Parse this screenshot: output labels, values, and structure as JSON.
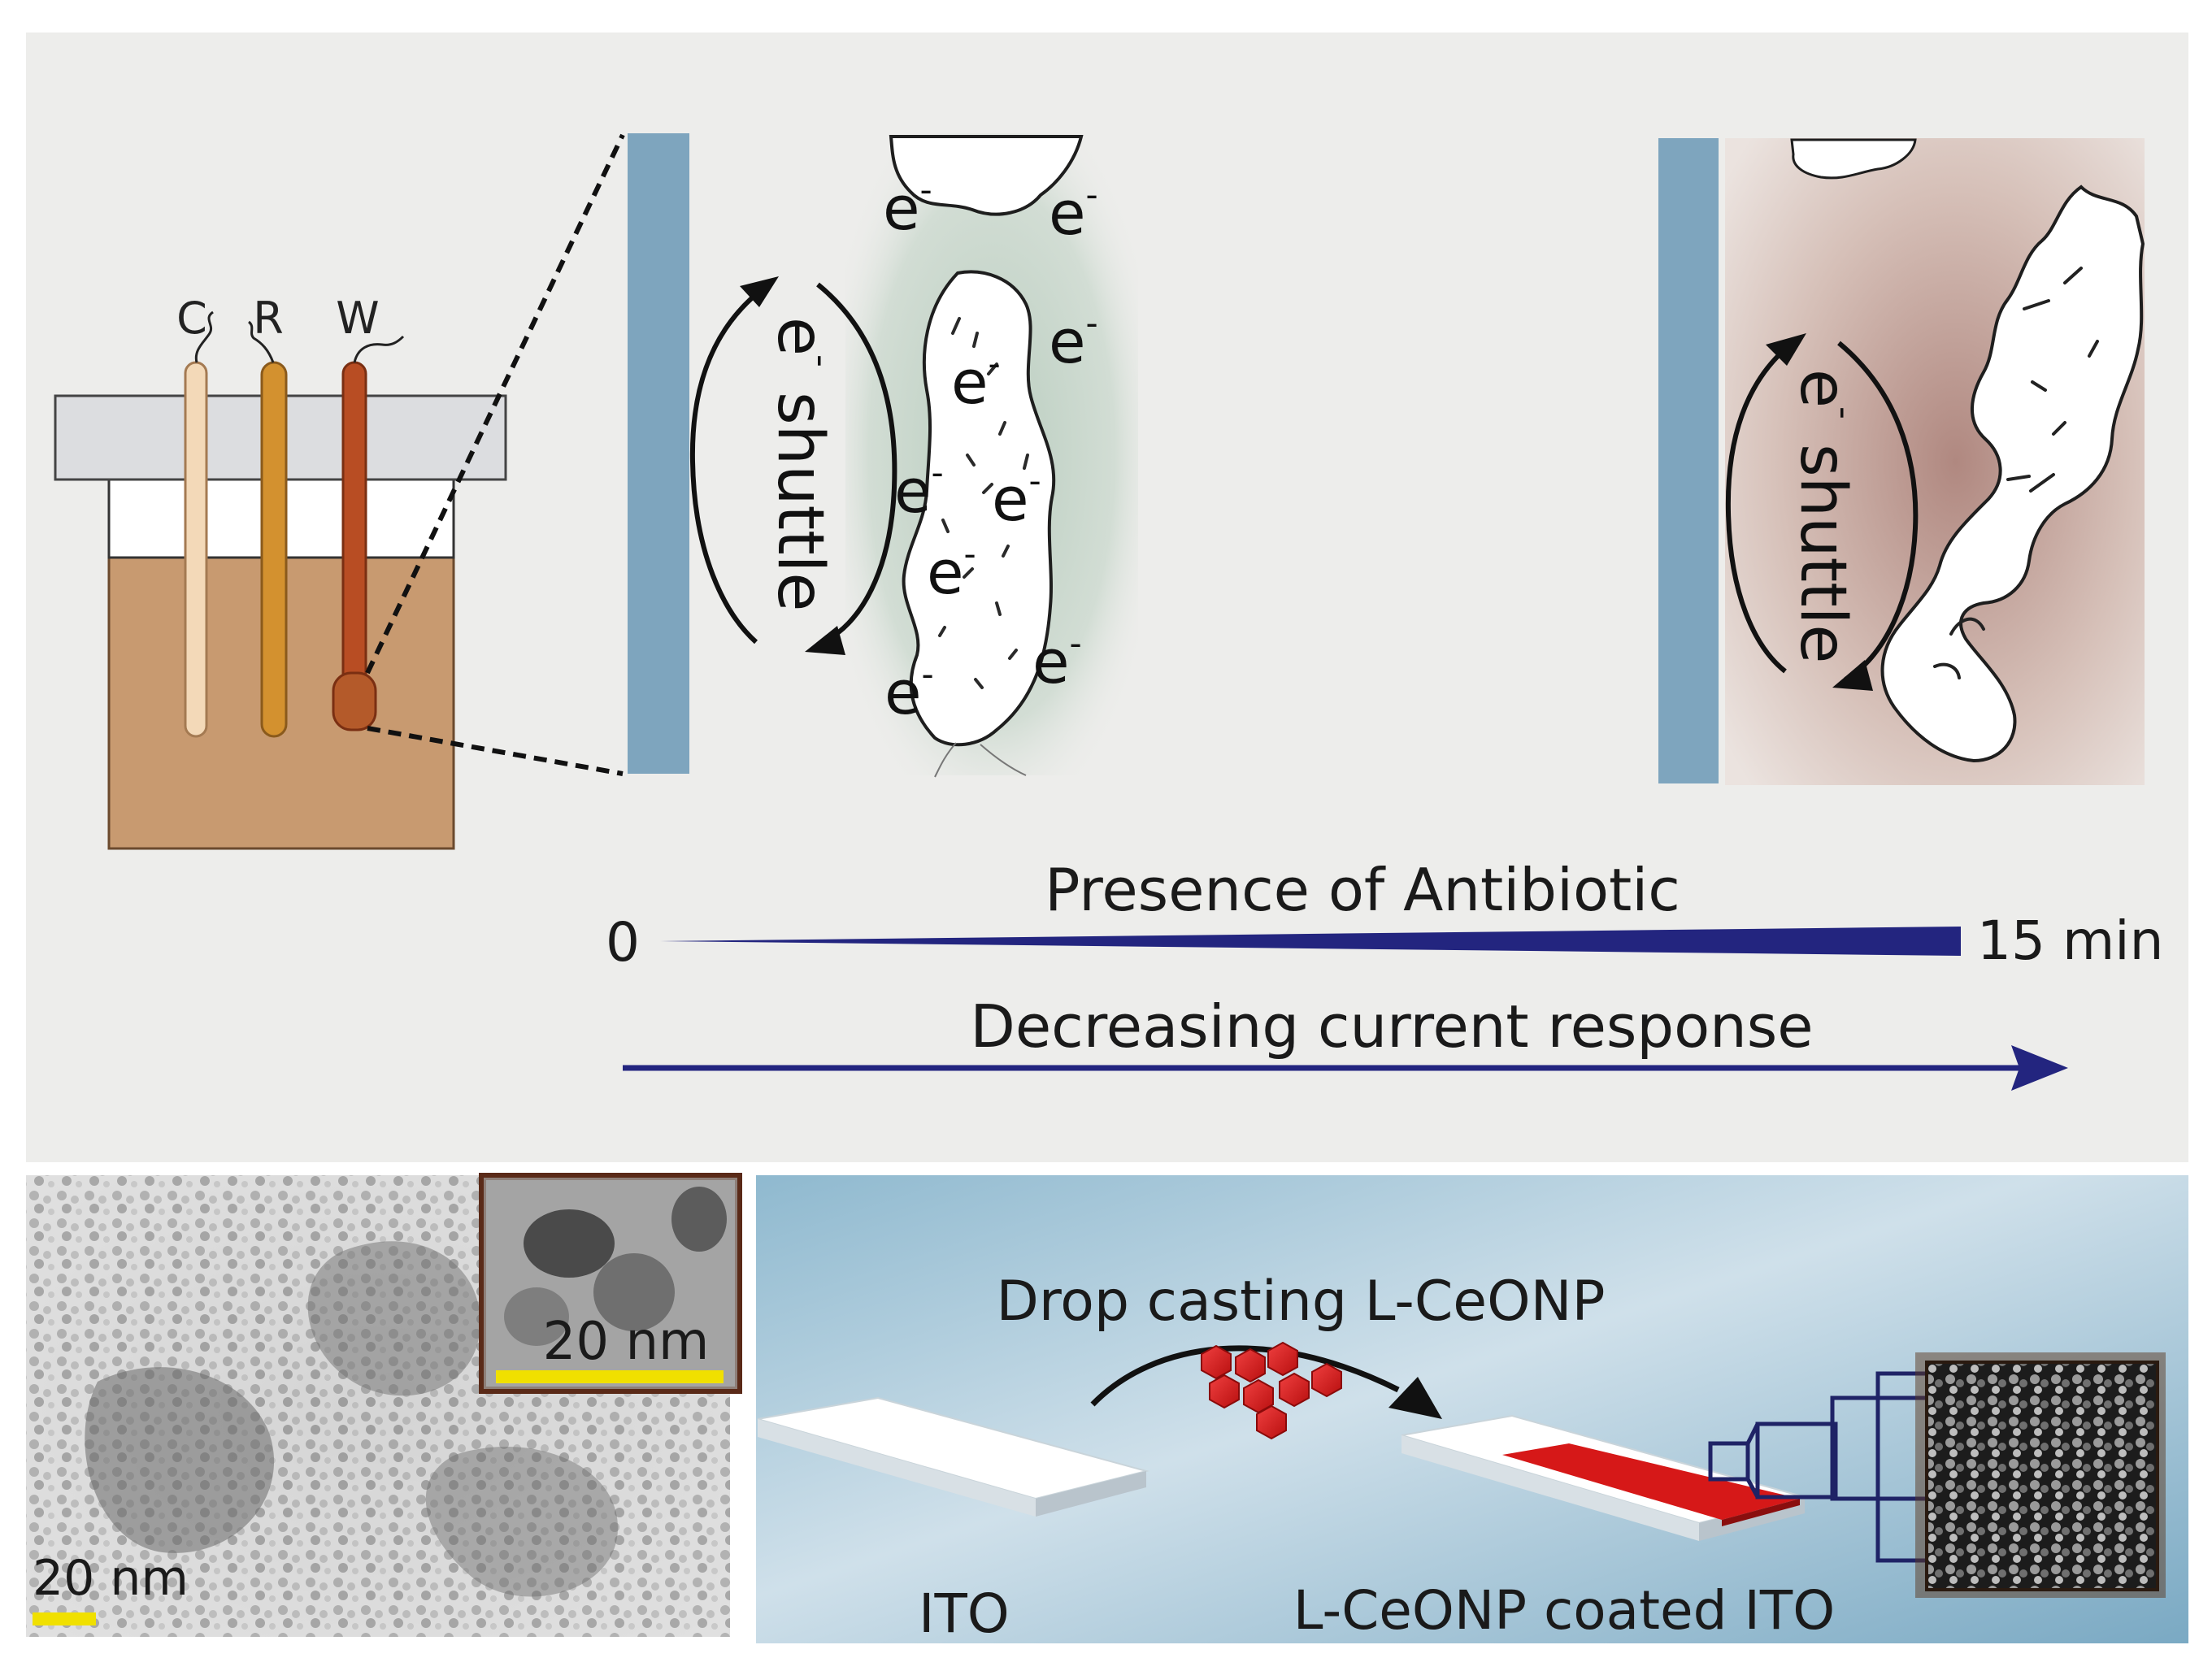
{
  "electrodes": {
    "counter": "C",
    "reference": "R",
    "working": "W"
  },
  "shuttle": {
    "e": "e",
    "minus": "-",
    "word": "shuttle"
  },
  "electron_label": "e",
  "electron_charge": "-",
  "timeline": {
    "start": "0",
    "end": "15 min",
    "antibiotic_label": "Presence of Antibiotic",
    "current_label": "Decreasing current response"
  },
  "tem": {
    "inset_scale": "20 nm",
    "main_scale": "20 nm"
  },
  "fabrication": {
    "step_label": "Drop casting L-CeONP",
    "ito_label": "ITO",
    "coated_label": "L-CeONP coated ITO"
  },
  "colors": {
    "top_panel_bg": "#ededeb",
    "electrode_bar": "#7ea5be",
    "solution": "#c89a70",
    "timeline_blue": "#23257f",
    "nanoparticle_red": "#e01b1b",
    "scale_bar_yellow": "#f0e000",
    "fab_bg": "#a9c9da"
  }
}
